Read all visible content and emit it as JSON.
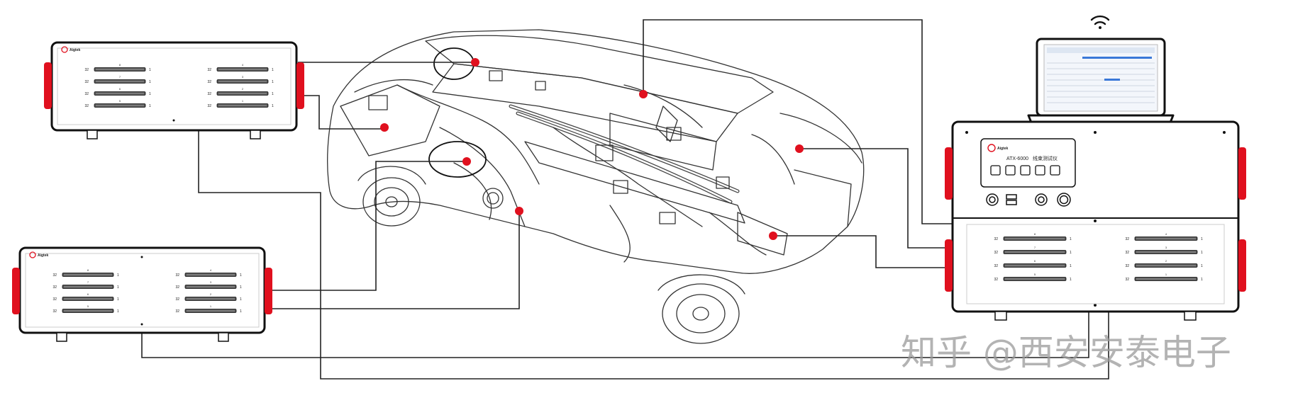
{
  "branding": {
    "logo_text": "Aigtek",
    "main_model": "ATX-6000",
    "main_name": "线束测试仪"
  },
  "connector": {
    "pin_left": "32",
    "pin_right": "1"
  },
  "modules": {
    "top_left": {
      "left_nums": [
        "8",
        "7",
        "6",
        "5"
      ],
      "right_nums": [
        "4",
        "3",
        "2",
        "1"
      ]
    },
    "bottom_left": {
      "left_nums": [
        "8",
        "7",
        "6",
        "5"
      ],
      "right_nums": [
        "4",
        "3",
        "2",
        "1"
      ]
    },
    "main": {
      "left_nums": [
        "8",
        "7",
        "6",
        "5"
      ],
      "right_nums": [
        "4",
        "3",
        "2",
        "1"
      ]
    }
  },
  "watermark": "知乎 @西安安泰电子",
  "colors": {
    "accent": "#e0101e",
    "line": "#222222"
  },
  "icons": {
    "wifi": "wifi-icon",
    "laptop": "laptop-icon"
  }
}
